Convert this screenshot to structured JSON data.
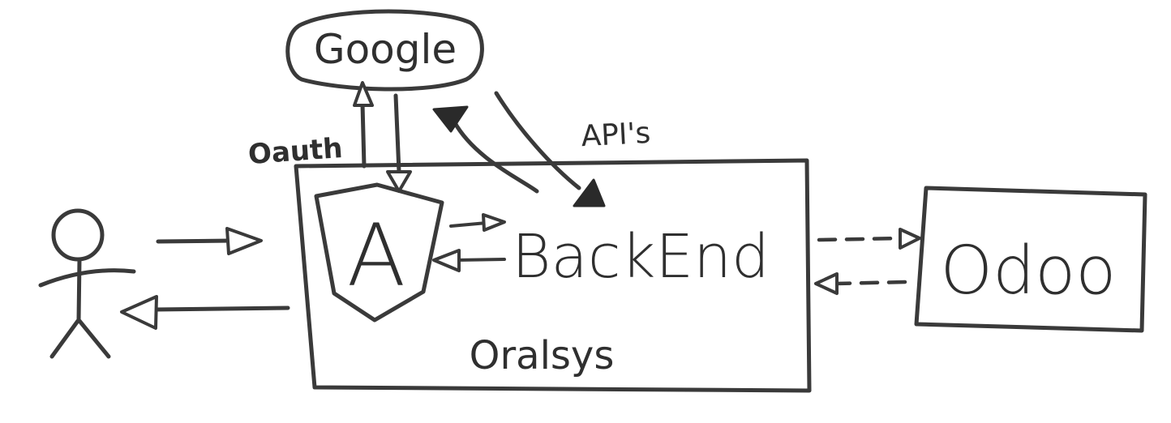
{
  "nodes": {
    "google": "Google",
    "angular_letter": "A",
    "backend": "BackEnd",
    "odoo": "Odoo",
    "oralsys": "Oralsys"
  },
  "edge_labels": {
    "oauth": "Oauth",
    "apis": "API's"
  },
  "icons": {
    "user": "stick-figure-icon",
    "angular": "shield-icon"
  },
  "colors": {
    "ink": "#3a3a3a",
    "background": "#ffffff"
  }
}
